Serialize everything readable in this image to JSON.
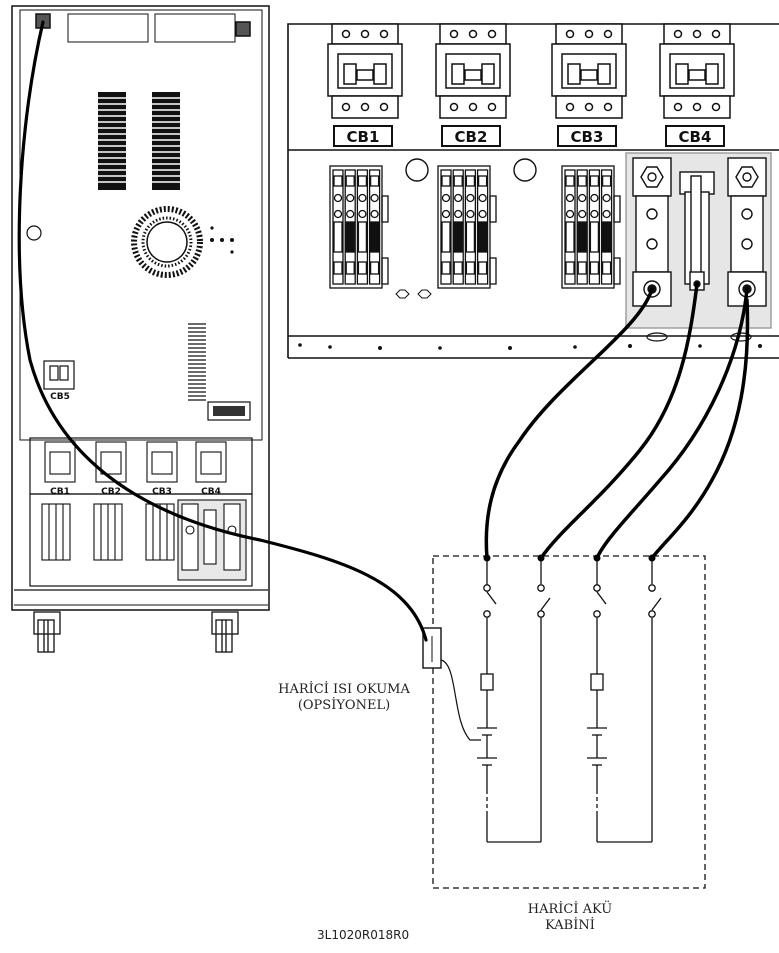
{
  "labels": {
    "cb1": "CB1",
    "cb2": "CB2",
    "cb3": "CB3",
    "cb4": "CB4",
    "cb_small": "CB5",
    "cb1_small": "CB1",
    "cb2_small": "CB2",
    "cb3_small": "CB3",
    "cb4_small": "CB4",
    "sensor_line1": "HARİCİ ISI OKUMA",
    "sensor_line2": "(OPSİYONEL)",
    "cabinet_line1": "HARİCİ AKÜ",
    "cabinet_line2": "KABİNİ",
    "drawing_code": "3L1020R018R0"
  },
  "colors": {
    "line": "#111111",
    "cable": "#000000",
    "fuse_block_fill": "#e8e8e8"
  }
}
